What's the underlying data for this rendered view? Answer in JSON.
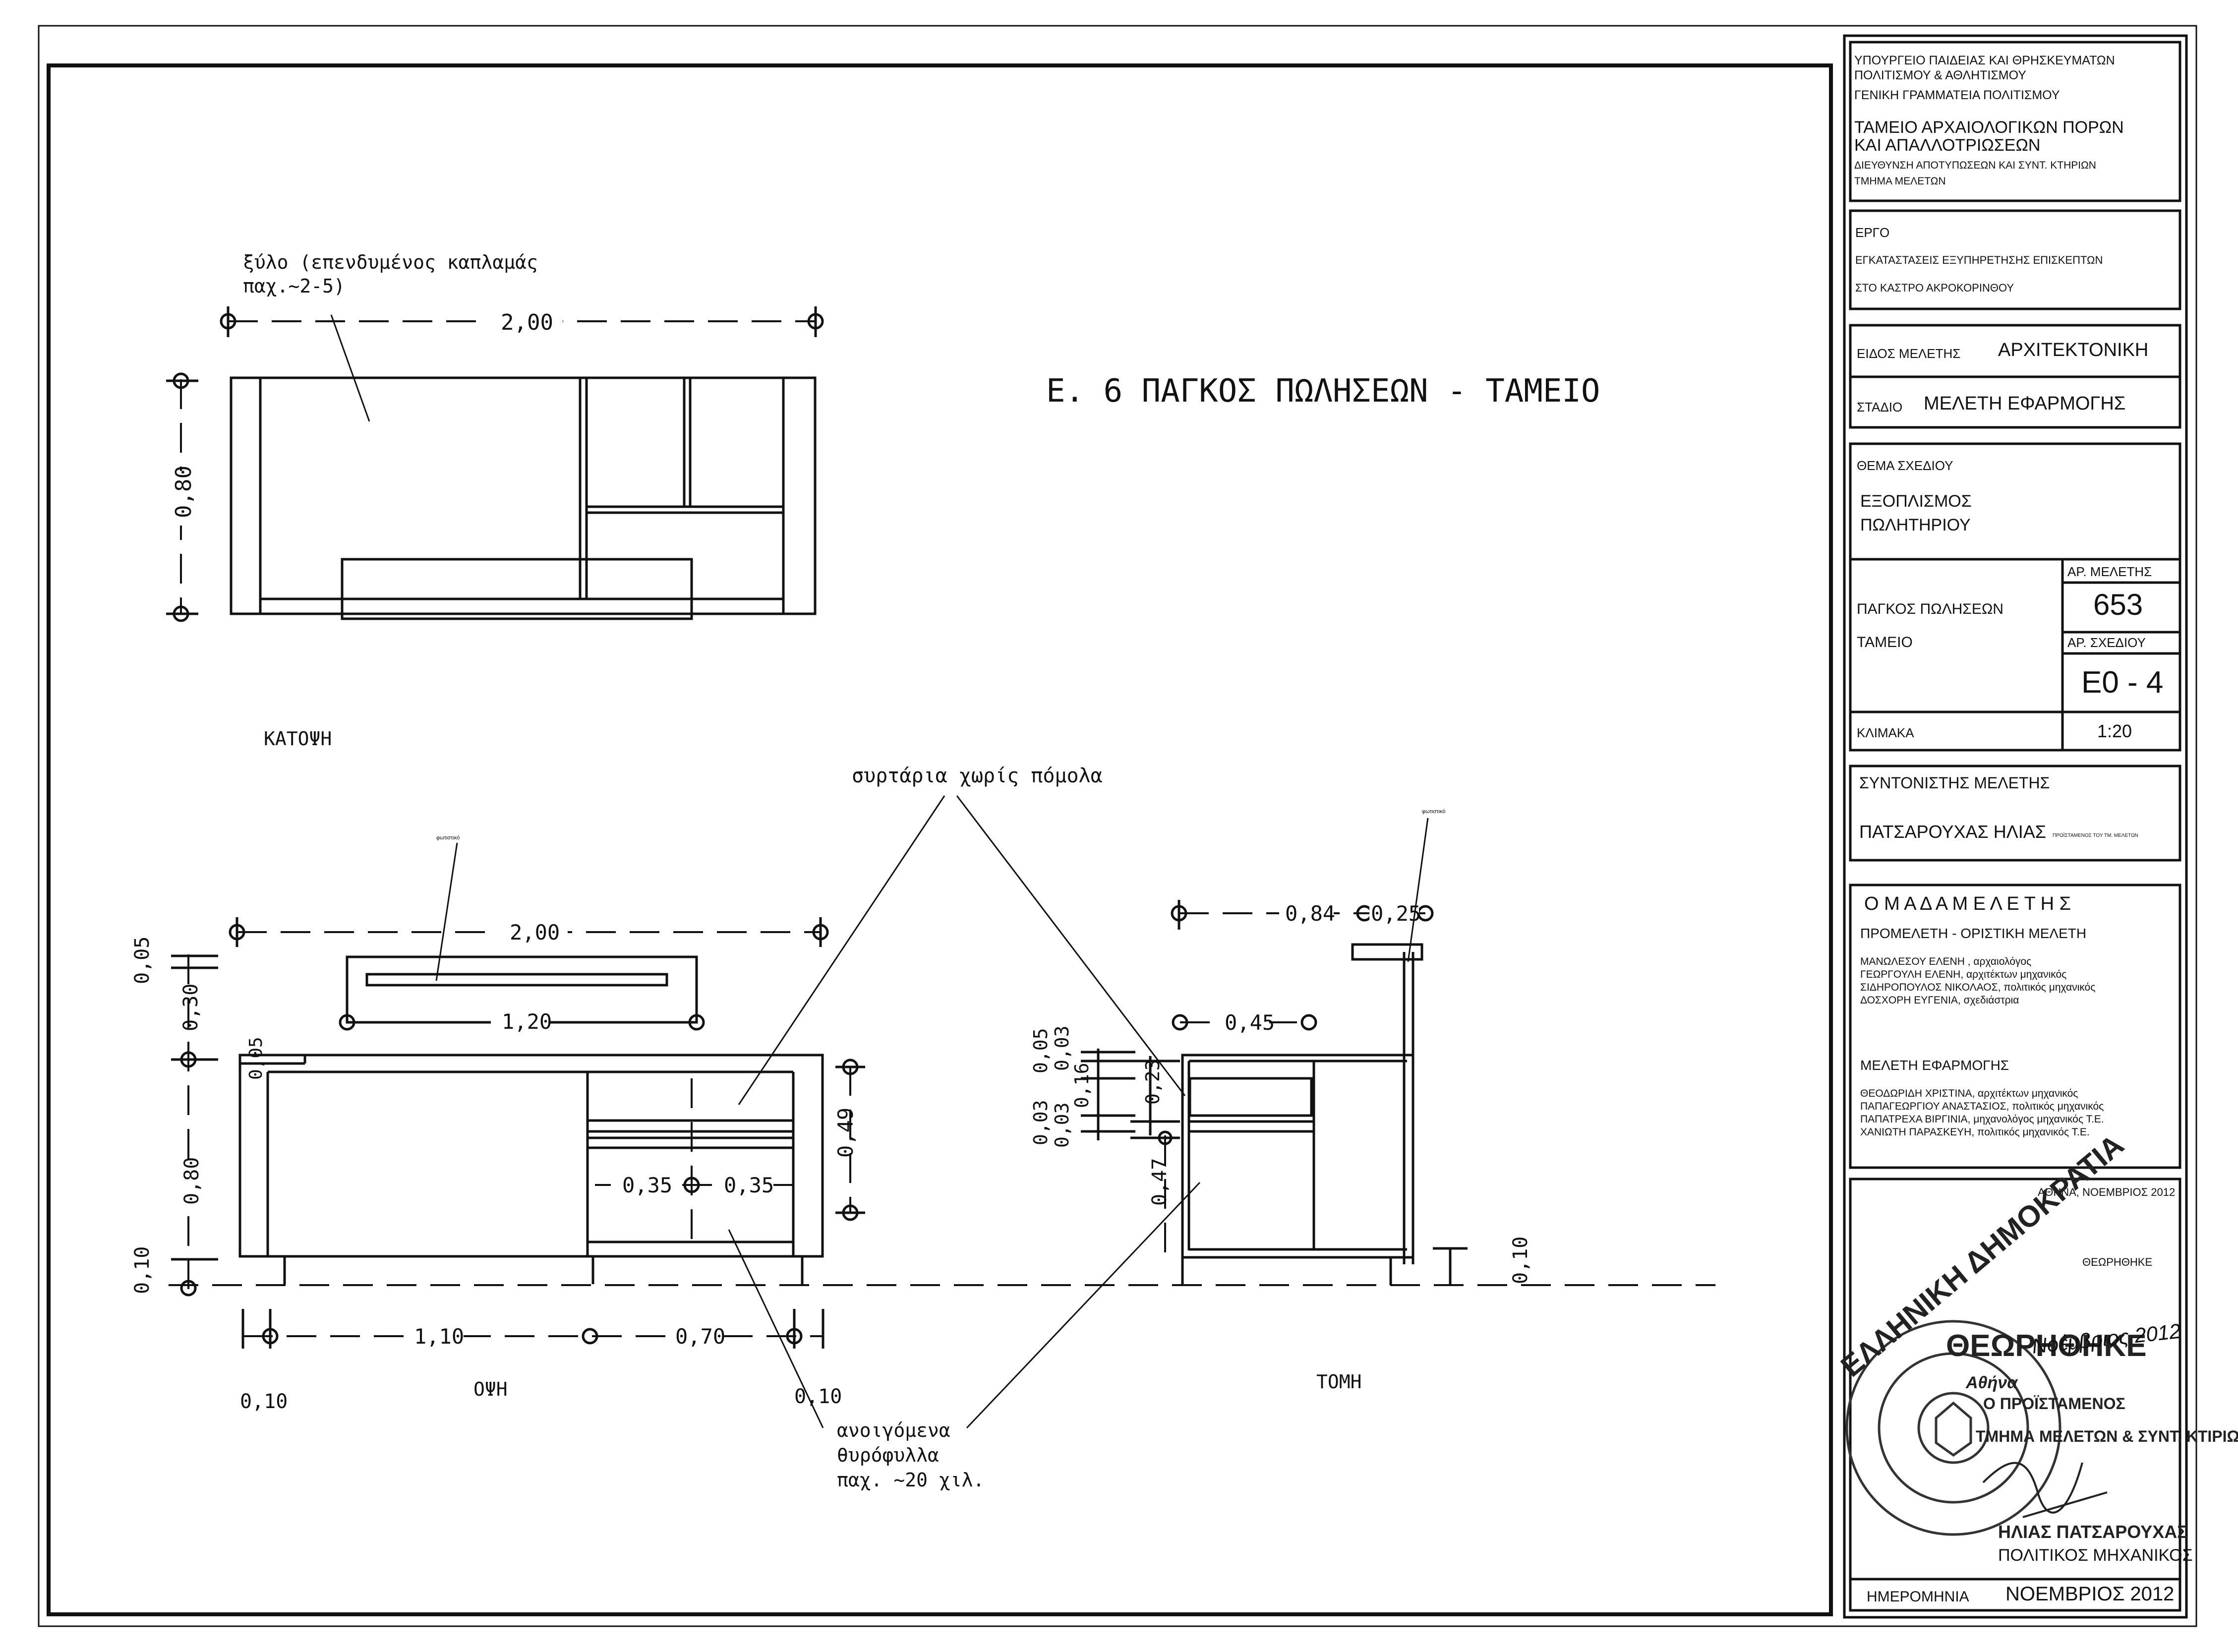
{
  "drawing": {
    "title": "Ε. 6 ΠΑΓΚΟΣ ΠΩΛΗΣΕΩΝ - ΤΑΜΕΙΟ",
    "plan": {
      "label": "ΚΑΤΟΨΗ",
      "note_line1": "ξύλο (επενδυμένος καπλαμάς",
      "note_line2": "παχ.~2-5)",
      "dim_width": "2,00",
      "dim_depth": "0,80"
    },
    "elevation": {
      "label": "ΟΨΗ",
      "dim_total": "2,00",
      "dim_top": "1,20",
      "dim_h_005": "0,05",
      "dim_h_030": "0,30",
      "dim_h_005b": "0,05",
      "dim_h_080": "0,80",
      "dim_h_010": "0,10",
      "dim_049": "0,49",
      "dim_035a": "0,35",
      "dim_035b": "0,35",
      "dim_110": "1,10",
      "dim_070": "0,70",
      "dim_010_left": "0,10",
      "dim_010_right": "0,10",
      "tiny_label": "φωτιστικό"
    },
    "section": {
      "label": "ΤΟΜΗ",
      "dim_084": "0,84",
      "dim_025": "0,25",
      "dim_045": "0,45",
      "dim_005": "0,05",
      "dim_003a": "0,03",
      "dim_016": "0,16",
      "dim_023": "0,23",
      "dim_003b": "0,03",
      "dim_003c": "0,03",
      "dim_047": "0,47",
      "dim_010": "0,10",
      "tiny_label": "φωτιστικό"
    },
    "notes": {
      "drawers": "συρτάρια χωρίς πόμολα",
      "doors_line1": "ανοιγόμενα",
      "doors_line2": "θυρόφυλλα",
      "doors_line3": "παχ. ~20 χιλ."
    }
  },
  "titleblock": {
    "ministry_line1": "ΥΠΟΥΡΓΕΙΟ ΠΑΙΔΕΙΑΣ ΚΑΙ ΘΡΗΣΚΕΥΜΑΤΩΝ",
    "ministry_line2": "ΠΟΛΙΤΙΣΜΟΥ & ΑΘΛΗΤΙΣΜΟΥ",
    "ministry_line3": "ΓΕΝΙΚΗ ΓΡΑΜΜΑΤΕΙΑ ΠΟΛΙΤΙΣΜΟΥ",
    "fund_line1": "ΤΑΜΕΙΟ ΑΡΧΑΙΟΛΟΓΙΚΩΝ ΠΟΡΩΝ",
    "fund_line2": "ΚΑΙ ΑΠΑΛΛΟΤΡΙΩΣΕΩΝ",
    "fund_line3": "ΔΙΕΥΘΥΝΣΗ ΑΠΟΤΥΠΩΣΕΩΝ ΚΑΙ ΣΥΝΤ. ΚΤΗΡΙΩΝ",
    "fund_line4": "ΤΜΗΜΑ ΜΕΛΕΤΩΝ",
    "project_label": "ΕΡΓΟ",
    "project_line1": "ΕΓΚΑΤΑΣΤΑΣΕΙΣ ΕΞΥΠΗΡΕΤΗΣΗΣ ΕΠΙΣΚΕΠΤΩΝ",
    "project_line2": "ΣΤΟ ΚΑΣΤΡΟ ΑΚΡΟΚΟΡΙΝΘΟΥ",
    "study_type_label": "ΕΙΔΟΣ ΜΕΛΕΤΗΣ",
    "study_type_value": "ΑΡΧΙΤΕΚΤΟΝΙΚΗ",
    "stage_label": "ΣΤΑΔΙΟ",
    "stage_value": "ΜΕΛΕΤΗ ΕΦΑΡΜΟΓΗΣ",
    "theme_label": "ΘΕΜΑ ΣΧΕΔΙΟΥ",
    "theme_line1": "ΕΞΟΠΛΙΣΜΟΣ",
    "theme_line2": "ΠΩΛΗΤΗΡΙΟΥ",
    "subject_line1": "ΠΑΓΚΟΣ ΠΩΛΗΣΕΩΝ",
    "subject_line2": "ΤΑΜΕΙΟ",
    "study_no_label": "ΑΡ. ΜΕΛΕΤΗΣ",
    "study_no_value": "653",
    "sheet_no_label": "ΑΡ. ΣΧΕΔΙΟΥ",
    "sheet_no_value": "Ε0 - 4",
    "scale_label": "ΚΛΙΜΑΚΑ",
    "scale_value": "1:20",
    "coordinator_label": "ΣΥΝΤΟΝΙΣΤΗΣ ΜΕΛΕΤΗΣ",
    "coordinator_name": "ΠΑΤΣΑΡΟΥΧΑΣ ΗΛΙΑΣ",
    "coordinator_role": "ΠΡΟΪΣΤΑΜΕΝΟΣ ΤΟΥ ΤΜ. ΜΕΛΕΤΩΝ",
    "team_label": "Ο Μ Α Δ Α   Μ Ε Λ Ε Τ Η Σ",
    "prelim_label": "ΠΡΟΜΕΛΕΤΗ - ΟΡΙΣΤΙΚΗ ΜΕΛΕΤΗ",
    "prelim_members": [
      "ΜΑΝΩΛΕΣΟΥ ΕΛΕΝΗ , αρχαιολόγος",
      "ΓΕΩΡΓΟΥΛΗ ΕΛΕΝΗ, αρχιτέκτων μηχανικός",
      "ΣΙΔΗΡΟΠΟΥΛΟΣ ΝΙΚΟΛΑΟΣ, πολιτικός μηχανικός",
      "ΔΟΣΧΟΡΗ ΕΥΓΕΝΙΑ, σχεδιάστρια"
    ],
    "final_label": "ΜΕΛΕΤΗ ΕΦΑΡΜΟΓΗΣ",
    "final_members": [
      "ΘΕΟΔΩΡΙΔΗ ΧΡΙΣΤΙΝΑ, αρχιτέκτων μηχανικός",
      "ΠΑΠΑΓΕΩΡΓΙΟΥ ΑΝΑΣΤΑΣΙΟΣ, πολιτικός μηχανικός",
      "ΠΑΠΑΤΡΕΧΑ ΒΙΡΓΙΝΙΑ, μηχανολόγος μηχανικός Τ.Ε.",
      "ΧΑΝΙΩΤΗ ΠΑΡΑΣΚΕΥΗ, πολιτικός μηχανικός Τ.Ε."
    ],
    "place_date": "ΑΘΗΝΑ, ΝΟΕΜΒΡΙΟΣ 2012",
    "approved_label": "ΘΕΩΡΗΘΗΚΕ",
    "date_label": "ΗΜΕΡΟΜΗΝΙΑ",
    "date_value": "ΝΟΕΜΒΡΙΟΣ 2012"
  },
  "stamp": {
    "approved": "ΘΕΩΡΗΘΗΚΕ",
    "handwritten_date": "Νοέμβριος 2012",
    "place": "Αθήνα",
    "role_line1": "Ο ΠΡΟΪΣΤΑΜΕΝΟΣ",
    "role_line2": "ΤΜΗΜΑ ΜΕΛΕΤΩΝ & ΣΥΝΤ. ΚΤΙΡΙΩΝ",
    "name": "ΗΛΙΑΣ ΠΑΤΣΑΡΟΥΧΑΣ",
    "title": "ΠΟΛΙΤΙΚΟΣ ΜΗΧΑΝΙΚΟΣ",
    "seal_text": "ΕΛΛΗΝΙΚΗ ΔΗΜΟΚΡΑΤΙΑ"
  }
}
